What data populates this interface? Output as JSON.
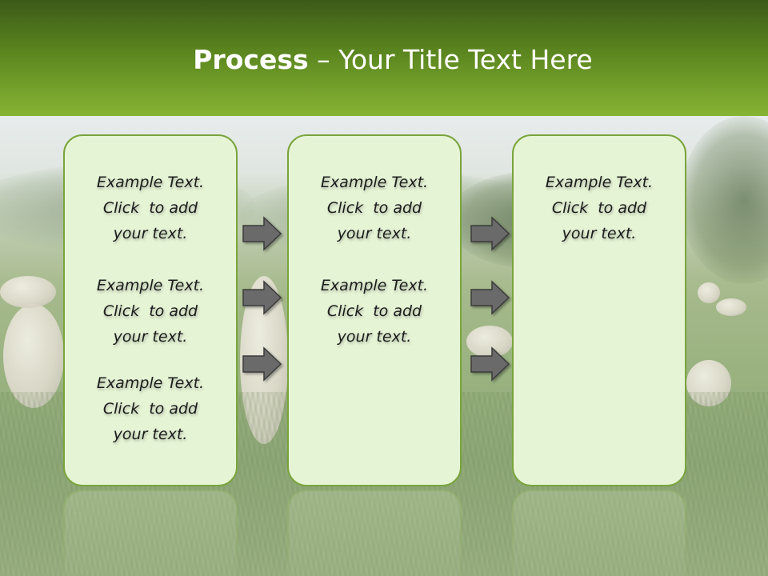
{
  "title": {
    "bold": "Process",
    "rest": " – Your Title Text Here"
  },
  "colors": {
    "header_dark": "#3c5a17",
    "header_light": "#86b434",
    "panel_fill": "#e6f4d6",
    "panel_border": "#7aa43c",
    "arrow_fill": "#6b6b6b"
  },
  "panels": [
    {
      "blocks": [
        [
          "Example Text.",
          "Click  to add",
          "your text."
        ],
        [
          "Example Text.",
          "Click  to add",
          "your text."
        ],
        [
          "Example Text.",
          "Click  to add",
          "your text."
        ]
      ]
    },
    {
      "blocks": [
        [
          "Example Text.",
          "Click  to add",
          "your text."
        ],
        [
          "Example Text.",
          "Click  to add",
          "your text."
        ]
      ]
    },
    {
      "blocks": [
        [
          "Example Text.",
          "Click  to add",
          "your text."
        ]
      ]
    }
  ],
  "arrow_icon": "right-arrow-icon"
}
